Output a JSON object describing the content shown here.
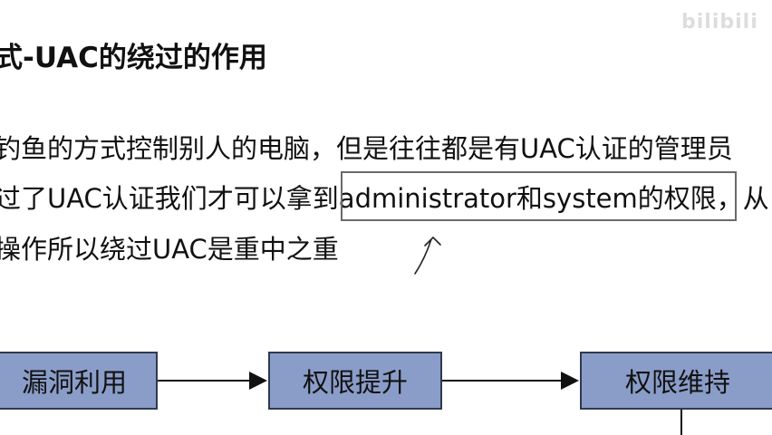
{
  "slide": {
    "title": "式-UAC的绕过的作用",
    "lines": [
      "钓鱼的方式控制别人的电脑，但是往往都是有UAC认证的管理员",
      "过了UAC认证我们才可以拿到administrator和system的权限，从",
      "操作所以绕过UAC是重中之重"
    ],
    "watermark": "bilibili"
  },
  "flow": {
    "steps": [
      "漏洞利用",
      "权限提升",
      "权限维持"
    ]
  },
  "colors": {
    "box_fill": "#8a9dc9",
    "box_border": "#2f3a4f",
    "arrow": "#111111",
    "highlight_border": "#6a6a6a"
  }
}
